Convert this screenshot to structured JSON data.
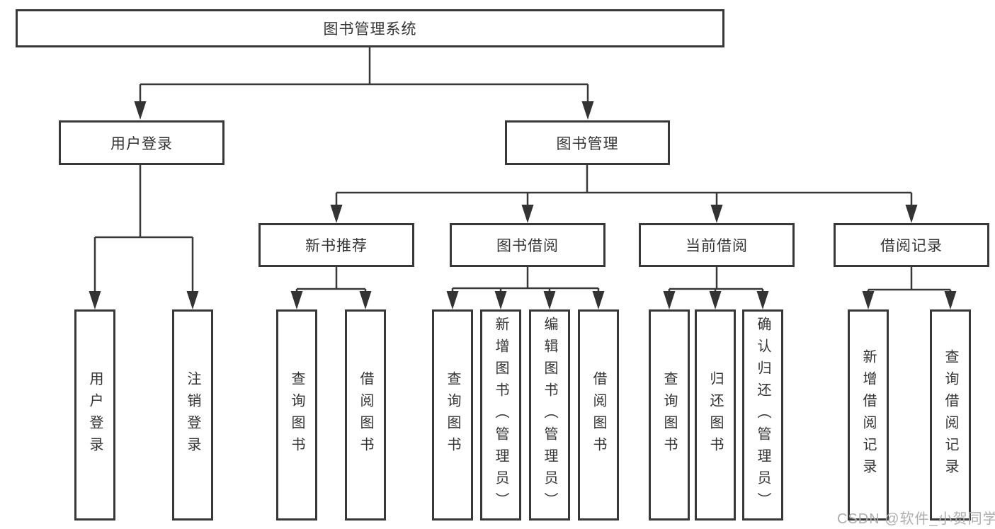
{
  "diagram": {
    "title": "图书管理系统",
    "root": {
      "label": "图书管理系统"
    },
    "level2": [
      {
        "label": "用户登录"
      },
      {
        "label": "图书管理"
      }
    ],
    "level3": [
      {
        "label": "新书推荐",
        "parent": "图书管理"
      },
      {
        "label": "图书借阅",
        "parent": "图书管理"
      },
      {
        "label": "当前借阅",
        "parent": "图书管理"
      },
      {
        "label": "借阅记录",
        "parent": "图书管理"
      }
    ],
    "leaves": [
      {
        "label": "用户登录",
        "parent": "用户登录"
      },
      {
        "label": "注销登录",
        "parent": "用户登录"
      },
      {
        "label": "查询图书",
        "parent": "新书推荐"
      },
      {
        "label": "借阅图书",
        "parent": "新书推荐"
      },
      {
        "label": "查询图书",
        "parent": "图书借阅"
      },
      {
        "label": "新增图书（管理员）",
        "parent": "图书借阅"
      },
      {
        "label": "编辑图书（管理员）",
        "parent": "图书借阅"
      },
      {
        "label": "借阅图书",
        "parent": "图书借阅"
      },
      {
        "label": "查询图书",
        "parent": "当前借阅"
      },
      {
        "label": "归还图书",
        "parent": "当前借阅"
      },
      {
        "label": "确认归还（管理员）",
        "parent": "当前借阅"
      },
      {
        "label": "新增借阅记录",
        "parent": "借阅记录"
      },
      {
        "label": "查询借阅记录",
        "parent": "借阅记录"
      }
    ]
  },
  "watermark": {
    "text": "CSDN @软件_小贺同学"
  },
  "colors": {
    "line": "#383838",
    "arrow": "#333333",
    "box_border": "#383838",
    "text": "#333333",
    "background": "#ffffff",
    "watermark": "#adadad"
  }
}
